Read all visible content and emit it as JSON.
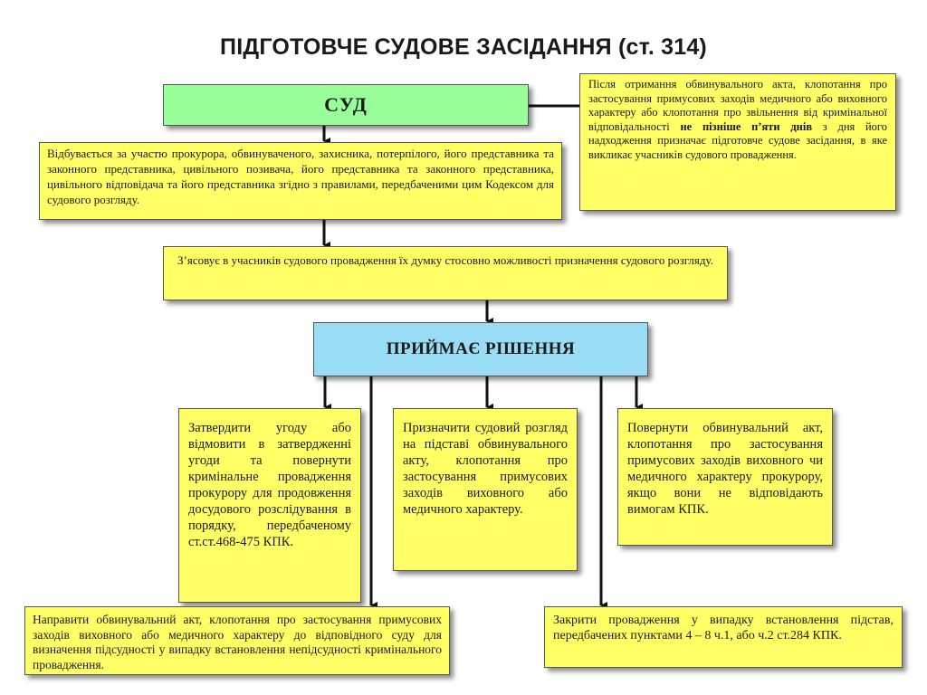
{
  "title": "ПІДГОТОВЧЕ СУДОВЕ ЗАСІДАННЯ (ст. 314)",
  "court": {
    "label": "СУД"
  },
  "after": {
    "before_bold": "Після отримання обвинувального акта, клопотання про застосування примусових заходів медичного або виховного характеру або клопотання про звільнення від кримінальної відповідальності ",
    "bold": "не пізніше п’яти днів",
    "after_bold": " з дня його надходження призначає підготовче судове засідання, в яке викликає учасників судового провадження."
  },
  "participants": {
    "text": "Відбувається за участю прокурора, обвинуваченого, захисника, потерпілого, його представника та законного представника, цивільного позивача, його представника та законного представника, цивільного відповідача та його представника згідно з правилами, передбаченими цим Кодексом для судового розгляду."
  },
  "views": {
    "text": "З’ясовує в учасників судового провадження їх думку стосовно можливості призначення судового розгляду."
  },
  "decision": {
    "label": "ПРИЙМАЄ РІШЕННЯ"
  },
  "options": {
    "approve": "Затвердити угоду або відмовити в затвердженні угоди та повернути кримінальне провадження прокурору для продовження досудового розслідування в порядку, передбаченому ст.ст.468-475 КПК.",
    "trial": "Призначити судовий розгляд на підставі обвинувального акту, клопотання про застосування примусових заходів виховного або медичного характеру.",
    "return": "Повернути обвинувальний акт, клопотання про застосування примусових заходів виховного чи медичного характеру прокурору, якщо вони не відповідають вимогам КПК.",
    "send": "Направити обвинувальний акт, клопотання про застосування примусових заходів виховного або медичного характеру до відповідного суду для визначення підсудності у випадку встановлення непідсудності кримінального провадження.",
    "close": "Закрити провадження у випадку встановлення підстав, передбачених пунктами 4 – 8 ч.1, або ч.2 ст.284 КПК."
  },
  "colors": {
    "court_fill": "#99ff99",
    "decision_fill": "#99ddf5",
    "box_fill": "#ffff66"
  }
}
